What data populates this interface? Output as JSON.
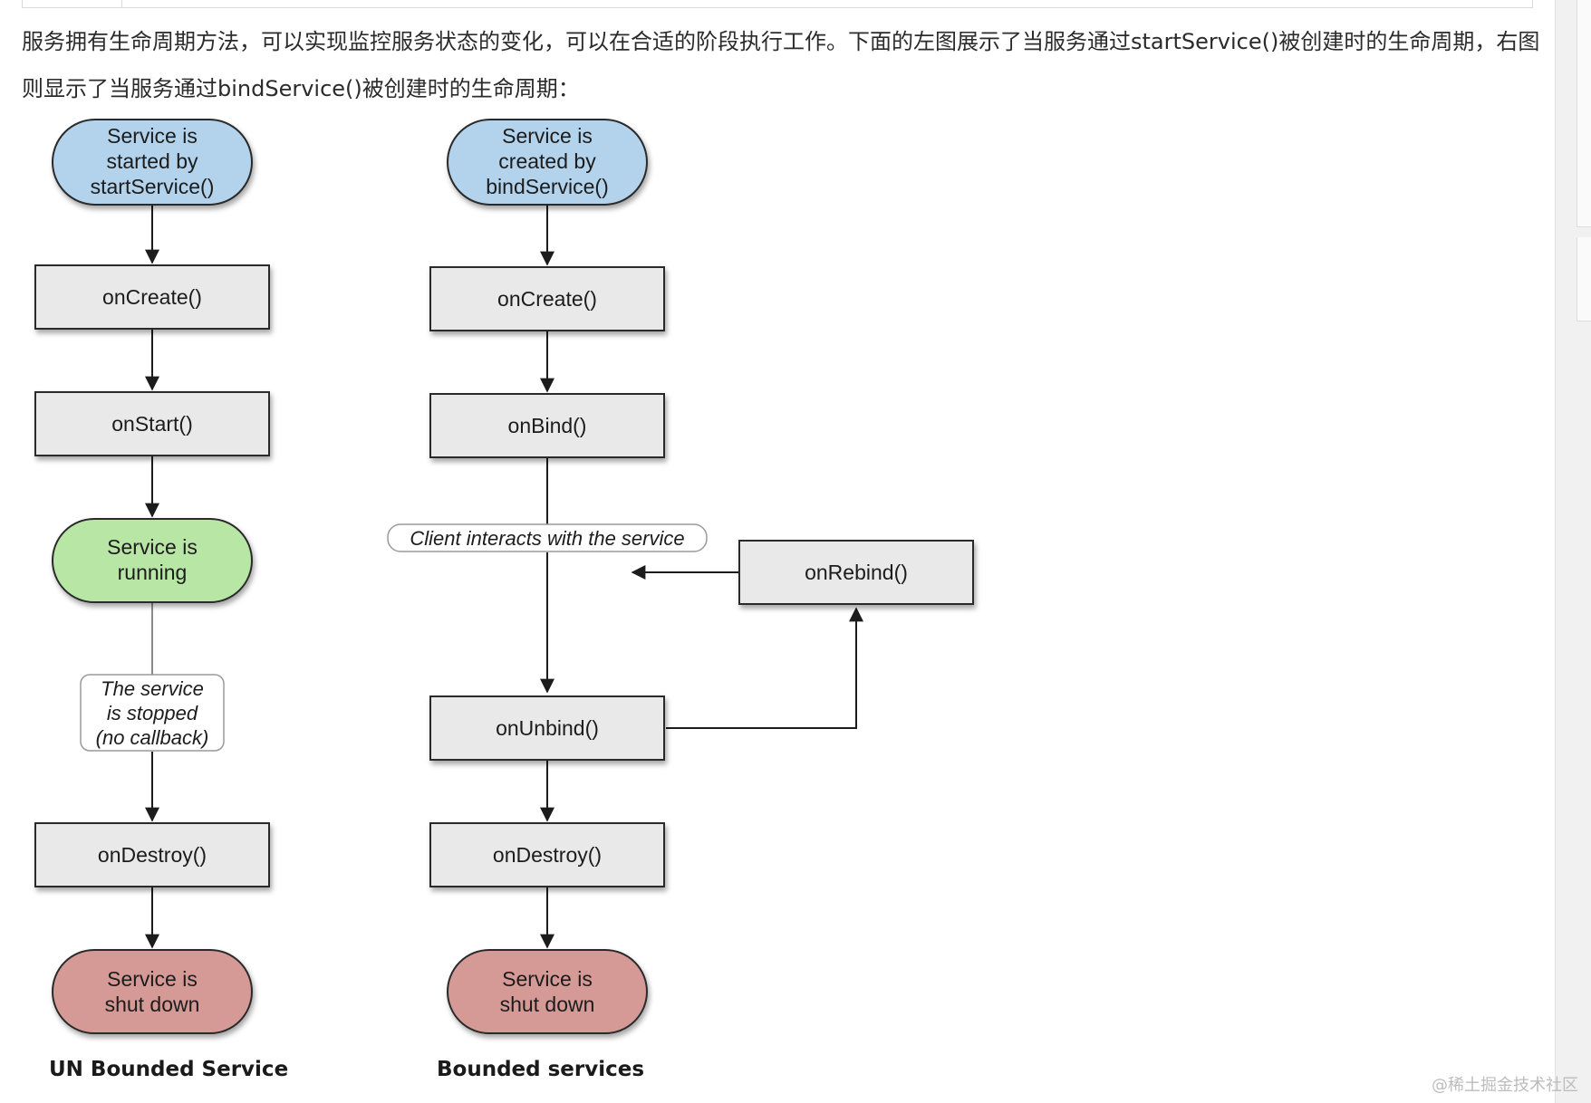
{
  "intro": "服务拥有生命周期方法，可以实现监控服务状态的变化，可以在合适的阶段执行工作。下面的左图展示了当服务通过startService()被创建时的生命周期，右图则显示了当服务通过bindService()被创建时的生命周期：",
  "left": {
    "start": [
      "Service is",
      "started by",
      "startService()"
    ],
    "on_create": "onCreate()",
    "on_start": "onStart()",
    "running": [
      "Service is",
      "running"
    ],
    "stopped_note": [
      "The service",
      "is stopped",
      "(no callback)"
    ],
    "on_destroy": "onDestroy()",
    "end": [
      "Service is",
      "shut down"
    ],
    "caption": "UN Bounded Service"
  },
  "right": {
    "start": [
      "Service is",
      "created by",
      "bindService()"
    ],
    "on_create": "onCreate()",
    "on_bind": "onBind()",
    "interact_note": "Client interacts with the service",
    "on_rebind": "onRebind()",
    "on_unbind": "onUnbind()",
    "on_destroy": "onDestroy()",
    "end": [
      "Service is",
      "shut down"
    ],
    "caption": "Bounded services"
  },
  "colors": {
    "start_fill": "#b3d3ec",
    "running_fill": "#b8e6a5",
    "end_fill": "#d59996",
    "box_fill": "#e9e9e9",
    "stroke": "#2a2a2a"
  },
  "watermark": "@稀土掘金技术社区"
}
